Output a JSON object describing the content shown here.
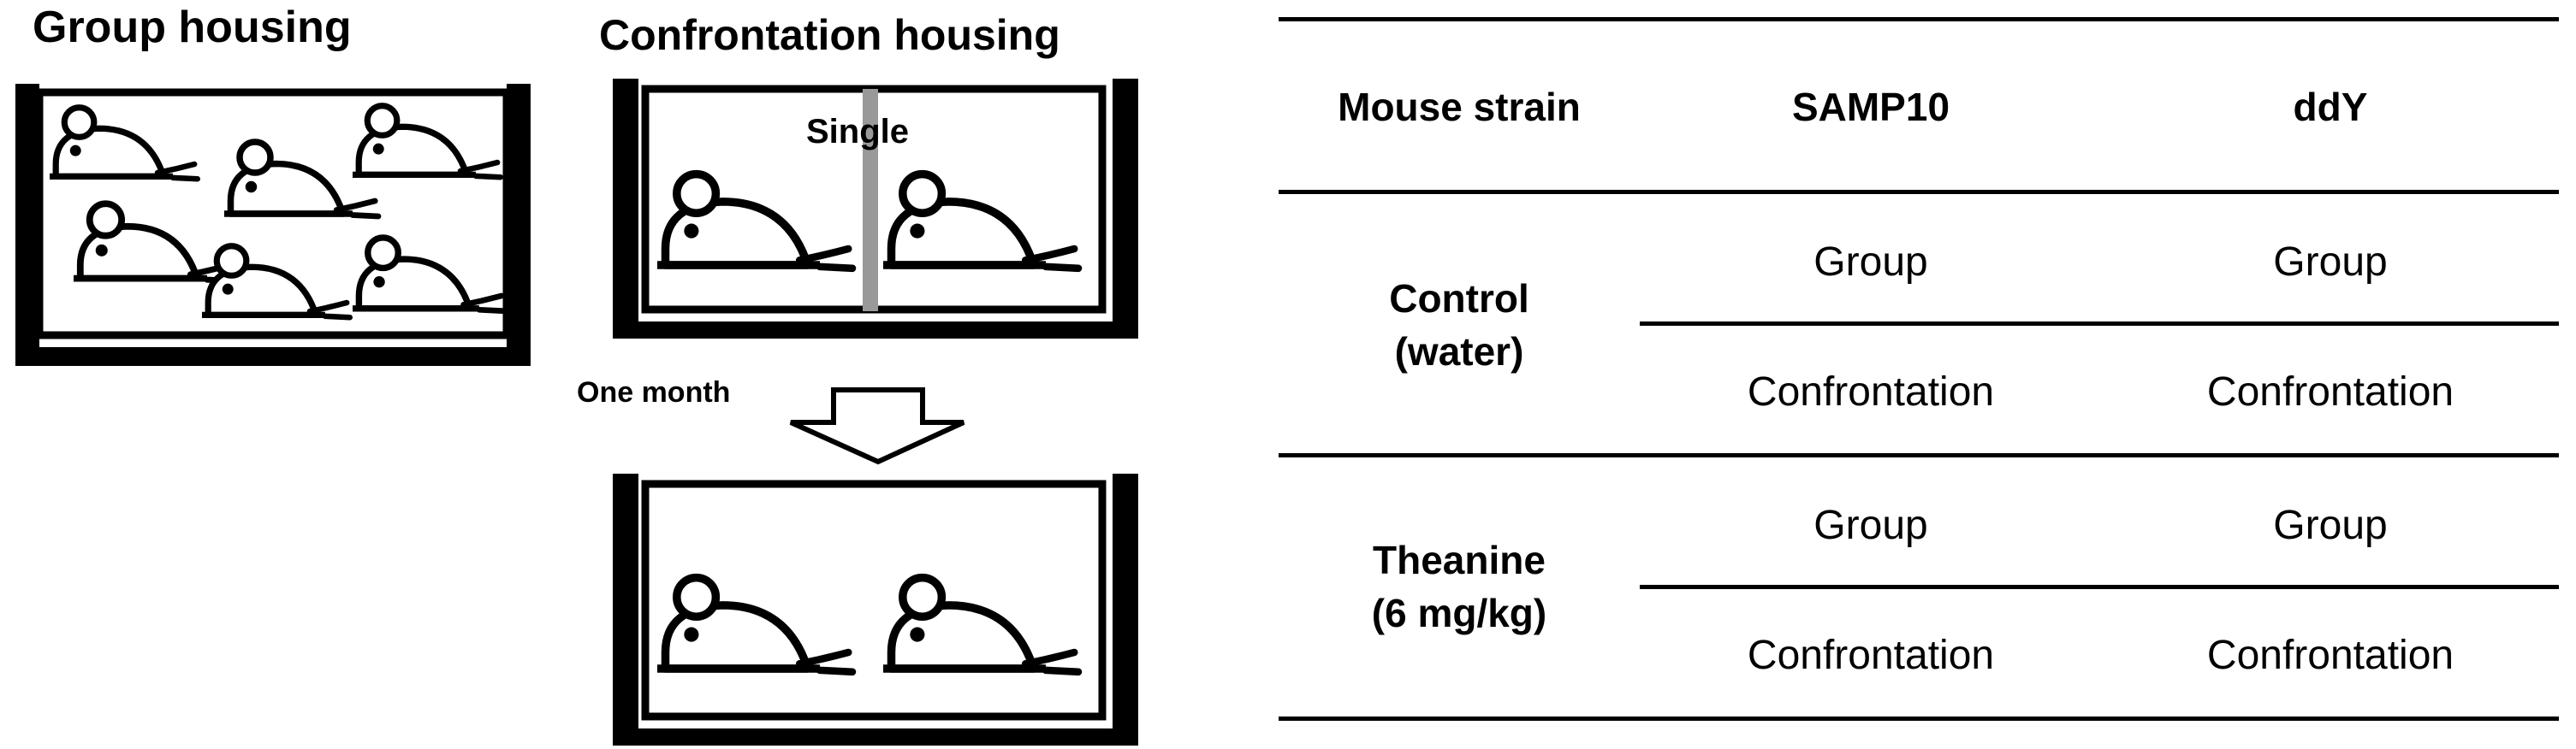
{
  "left_panel": {
    "group_housing_title": "Group housing",
    "confrontation_housing_title": "Confrontation housing",
    "single_label": "Single",
    "arrow_label": "One month"
  },
  "table": {
    "headers": [
      "Mouse strain",
      "SAMP10",
      "ddY"
    ],
    "groups": [
      {
        "label_line1": "Control",
        "label_line2": "(water)",
        "rows": [
          [
            "Group",
            "Group"
          ],
          [
            "Confrontation",
            "Confrontation"
          ]
        ]
      },
      {
        "label_line1": "Theanine",
        "label_line2": "(6 mg/kg)",
        "rows": [
          [
            "Group",
            "Group"
          ],
          [
            "Confrontation",
            "Confrontation"
          ]
        ]
      }
    ]
  },
  "colors": {
    "ink": "#000000",
    "divider": "#999999"
  }
}
